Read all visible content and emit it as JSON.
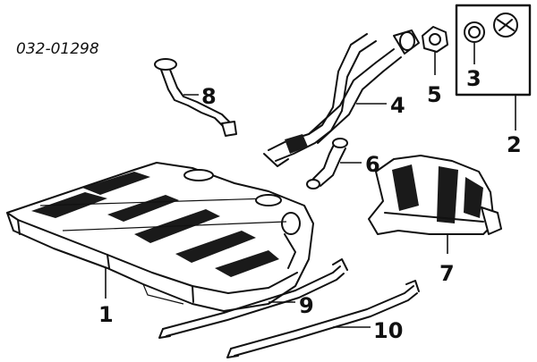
{
  "diagram": {
    "code": "032-01298",
    "callouts": [
      {
        "id": "1",
        "label": "1"
      },
      {
        "id": "2",
        "label": "2"
      },
      {
        "id": "3",
        "label": "3"
      },
      {
        "id": "4",
        "label": "4"
      },
      {
        "id": "5",
        "label": "5"
      },
      {
        "id": "6",
        "label": "6"
      },
      {
        "id": "7",
        "label": "7"
      },
      {
        "id": "8",
        "label": "8"
      },
      {
        "id": "9",
        "label": "9"
      },
      {
        "id": "10",
        "label": "10"
      }
    ]
  }
}
